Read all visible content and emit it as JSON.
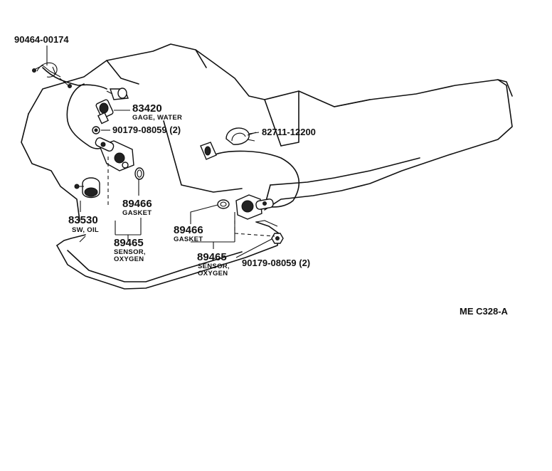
{
  "labels": {
    "clamp_top": "90464-00174",
    "gage_water_num": "83420",
    "gage_water_name": "GAGE, WATER",
    "nut_top": "90179-08059  (2)",
    "clamp_right": "82711-12200",
    "gasket_left_num": "89466",
    "gasket_left_name": "GASKET",
    "sw_oil_num": "83530",
    "sw_oil_name": "SW, OIL",
    "sensor_left_num": "89465",
    "sensor_left_name1": "SENSOR,",
    "sensor_left_name2": "OXYGEN",
    "gasket_right_num": "89466",
    "gasket_right_name": "GASKET",
    "sensor_right_num": "89465",
    "sensor_right_name1": "SENSOR,",
    "sensor_right_name2": "OXYGEN",
    "nut_bottom": "90179-08059  (2)",
    "drawing_code": "ME C328-A"
  }
}
